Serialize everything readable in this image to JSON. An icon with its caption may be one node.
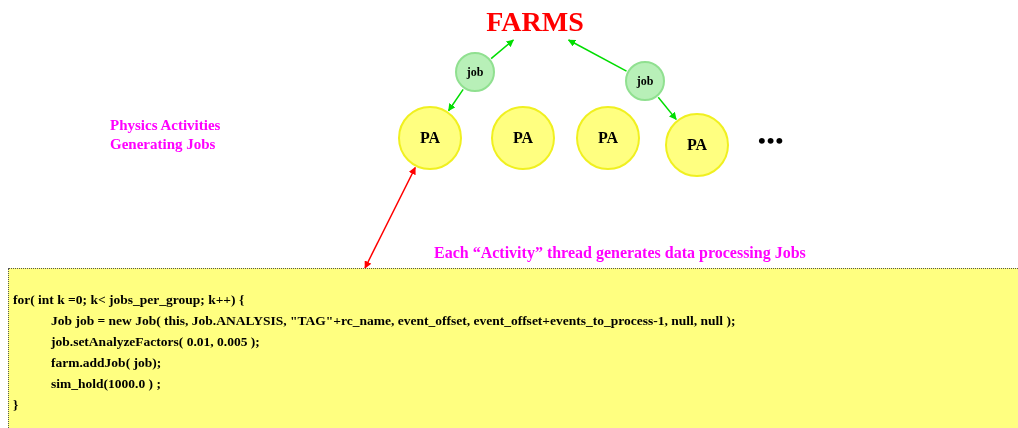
{
  "diagram": {
    "nodes": [
      {
        "text": [
          "FARMS"
        ]
      },
      {
        "text": [
          "job"
        ]
      },
      {
        "text": [
          "job"
        ]
      },
      {
        "text": [
          "PA"
        ]
      },
      {
        "text": [
          "PA"
        ]
      },
      {
        "text": [
          "PA"
        ]
      },
      {
        "text": [
          "PA"
        ]
      },
      {
        "text": [
          "for( int k =0; k< jobs_per_group; k++) {",
          "Job job = new Job( this, Job.ANALYSIS, \"TAG\"+rc_name, event_offset, event_offset+events_to_process-1, null, null );",
          "job.setAnalyzeFactors( 0.01, 0.005 );",
          "farm.addJob( job);",
          "sim_hold(1000.0 ) ;",
          "}"
        ]
      }
    ],
    "edges": [
      {
        "from": 1,
        "to": 0,
        "arrow": "to"
      },
      {
        "from": 1,
        "to": 3,
        "arrow": "to"
      },
      {
        "from": 2,
        "to": 0,
        "arrow": "to"
      },
      {
        "from": 2,
        "to": 6,
        "arrow": "to"
      },
      {
        "from": 7,
        "to": 3,
        "arrow": "both",
        "color": "#ff0000"
      }
    ],
    "labels": [
      "Physics Activities Generating Jobs",
      "•••",
      "Each “Activity” thread generates data processing Jobs"
    ]
  }
}
